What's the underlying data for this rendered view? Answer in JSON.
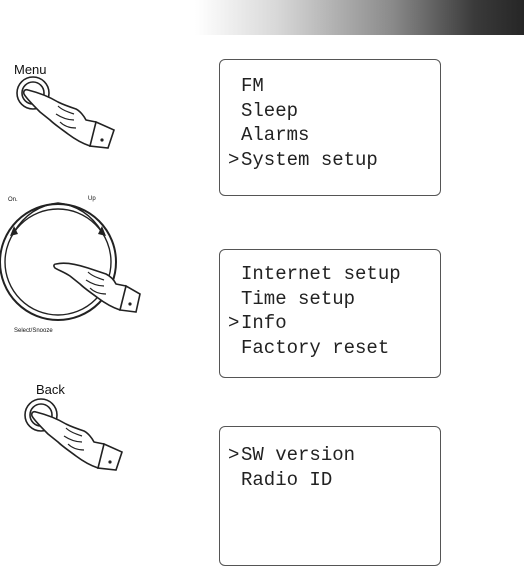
{
  "buttons": {
    "menu_label": "Menu",
    "back_label": "Back"
  },
  "knob": {
    "left_label": "On.",
    "right_label": "Up",
    "bottom_label": "Select/Snooze"
  },
  "screens": [
    {
      "lines": [
        {
          "text": "FM",
          "selected": false
        },
        {
          "text": "Sleep",
          "selected": false
        },
        {
          "text": "Alarms",
          "selected": false
        },
        {
          "text": "System setup",
          "selected": true
        }
      ]
    },
    {
      "lines": [
        {
          "text": "Internet setup",
          "selected": false
        },
        {
          "text": "Time setup",
          "selected": false
        },
        {
          "text": "Info",
          "selected": true
        },
        {
          "text": "Factory reset",
          "selected": false
        }
      ]
    },
    {
      "lines": [
        {
          "text": "SW version",
          "selected": true
        },
        {
          "text": "Radio ID",
          "selected": false
        }
      ]
    }
  ],
  "cursor_char": ">"
}
